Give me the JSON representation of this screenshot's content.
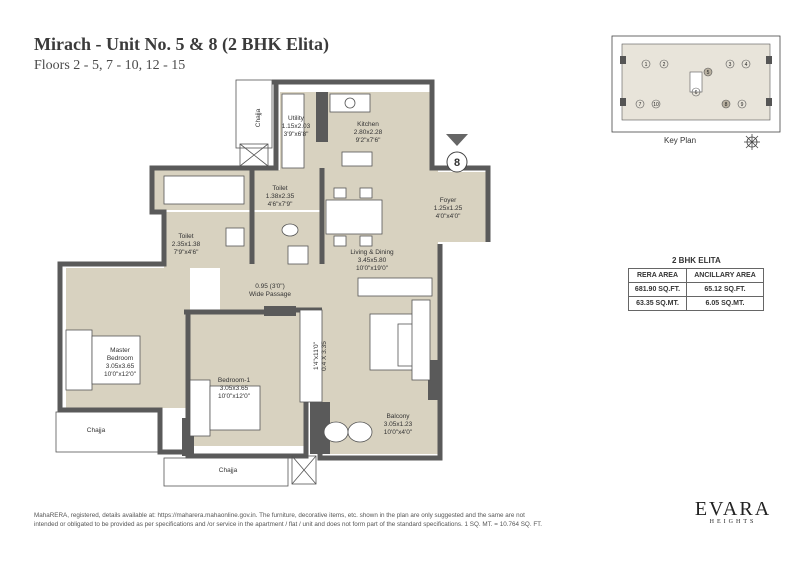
{
  "header": {
    "title": "Mirach - Unit No. 5 & 8 (2 BHK Elita)",
    "floors": "Floors 2 - 5, 7 - 10, 12 - 15"
  },
  "rooms": {
    "utility": {
      "name": "Utility",
      "metric": "1.15x2.03",
      "imperial": "3'9\"x6'8\""
    },
    "kitchen": {
      "name": "Kitchen",
      "metric": "2.80x2.28",
      "imperial": "9'2\"x7'6\""
    },
    "toilet1": {
      "name": "Toilet",
      "metric": "1.38x2.35",
      "imperial": "4'6\"x7'9\""
    },
    "toilet2": {
      "name": "Toilet",
      "metric": "2.35x1.38",
      "imperial": "7'9\"x4'6\""
    },
    "foyer": {
      "name": "Foyer",
      "metric": "1.25x1.25",
      "imperial": "4'0\"x4'0\""
    },
    "living": {
      "name": "Living & Dining",
      "metric": "3.45x5.80",
      "imperial": "10'0\"x19'0\""
    },
    "passage": {
      "name": "Wide Passage",
      "size": "0.95 (3'0\")"
    },
    "master": {
      "name1": "Master",
      "name2": "Bedroom",
      "metric": "3.05x3.65",
      "imperial": "10'0\"x12'0\""
    },
    "bedroom1": {
      "name": "Bedroom-1",
      "metric": "3.05x3.65",
      "imperial": "10'0\"x12'0\""
    },
    "balcony": {
      "name": "Balcony",
      "metric": "3.05x1.23",
      "imperial": "10'0\"x4'0\""
    },
    "wardrobe": {
      "imperial": "1'4\"x11'0\"",
      "metric": "0.4 X 3.35"
    }
  },
  "chajja": {
    "left": "Chajja",
    "right": "Chajja",
    "top": "Chajja"
  },
  "unit_marker": "8",
  "key_plan": {
    "caption": "Key Plan",
    "unit_numbers": [
      "5",
      "8",
      "1",
      "2",
      "3",
      "4",
      "6",
      "7",
      "9",
      "10"
    ]
  },
  "area_table": {
    "title": "2 BHK ELITA",
    "headers": [
      "RERA AREA",
      "ANCILLARY AREA"
    ],
    "rows": [
      [
        "681.90 SQ.FT.",
        "65.12 SQ.FT."
      ],
      [
        "63.35 SQ.MT.",
        "6.05 SQ.MT."
      ]
    ]
  },
  "footnote": {
    "line1": "MahaRERA, registered, details available at: https://maharera.mahaonline.gov.in. The furniture, decorative items, etc. shown in the plan are only suggested and the same are not",
    "line2": "intended or obligated to be provided as per specifications and /or service in the apartment / flat / unit and does not form part of the standard specifications. 1 SQ. MT. = 10.764 SQ. FT."
  },
  "brand": {
    "name": "EVARA",
    "sub": "HEIGHTS"
  },
  "colors": {
    "floor": "#d8d2c0",
    "wall": "#5a5a5a",
    "outline": "#444444"
  }
}
